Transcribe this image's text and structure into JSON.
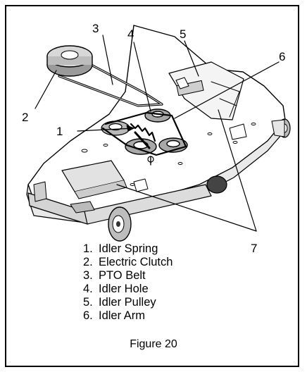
{
  "callouts": [
    {
      "id": "c1",
      "text": "1"
    },
    {
      "id": "c2",
      "text": "2"
    },
    {
      "id": "c3",
      "text": "3"
    },
    {
      "id": "c4",
      "text": "4"
    },
    {
      "id": "c5",
      "text": "5"
    },
    {
      "id": "c6",
      "text": "6"
    },
    {
      "id": "c7",
      "text": "7"
    }
  ],
  "legend": [
    {
      "num": "1.",
      "label": "Idler Spring"
    },
    {
      "num": "2.",
      "label": "Electric Clutch"
    },
    {
      "num": "3.",
      "label": "PTO Belt"
    },
    {
      "num": "4.",
      "label": "Idler Hole"
    },
    {
      "num": "5.",
      "label": "Idler Pulley"
    },
    {
      "num": "6.",
      "label": "Idler Arm"
    }
  ],
  "caption": "Figure 20"
}
